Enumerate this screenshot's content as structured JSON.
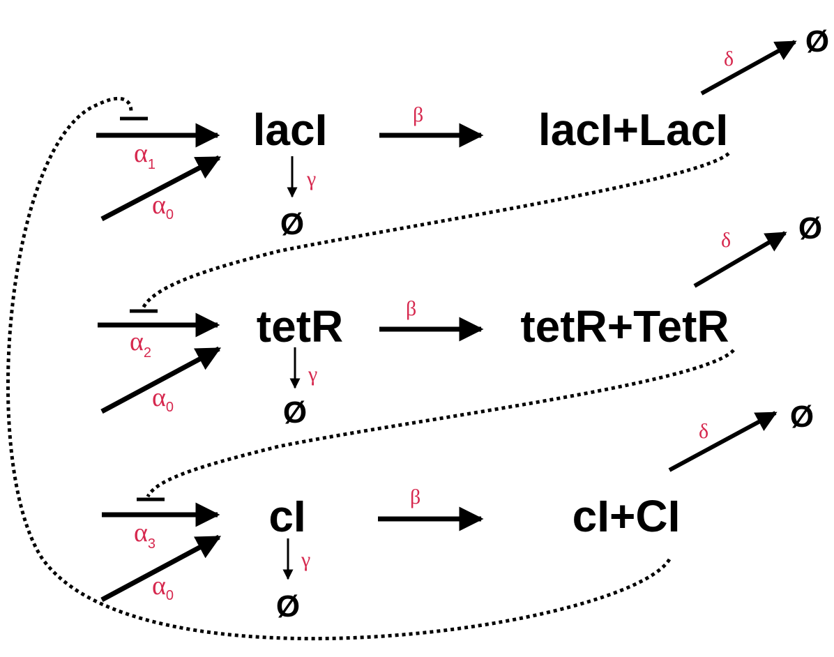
{
  "colors": {
    "rate": "#d6284e",
    "ink": "#000000"
  },
  "null_symbol": "Ø",
  "rows": [
    {
      "gene": "lacI",
      "product": "lacI+LacI",
      "alpha_symbol": "α",
      "alpha_sub": "1",
      "alpha0_symbol": "α",
      "alpha0_sub": "0",
      "repression": "−",
      "beta": "β",
      "gamma": "γ",
      "delta": "δ"
    },
    {
      "gene": "tetR",
      "product": "tetR+TetR",
      "alpha_symbol": "α",
      "alpha_sub": "2",
      "alpha0_symbol": "α",
      "alpha0_sub": "0",
      "repression": "−",
      "beta": "β",
      "gamma": "γ",
      "delta": "δ"
    },
    {
      "gene": "cI",
      "product": "cI+CI",
      "alpha_symbol": "α",
      "alpha_sub": "3",
      "alpha0_symbol": "α",
      "alpha0_sub": "0",
      "repression": "−",
      "beta": "β",
      "gamma": "γ",
      "delta": "δ"
    }
  ]
}
